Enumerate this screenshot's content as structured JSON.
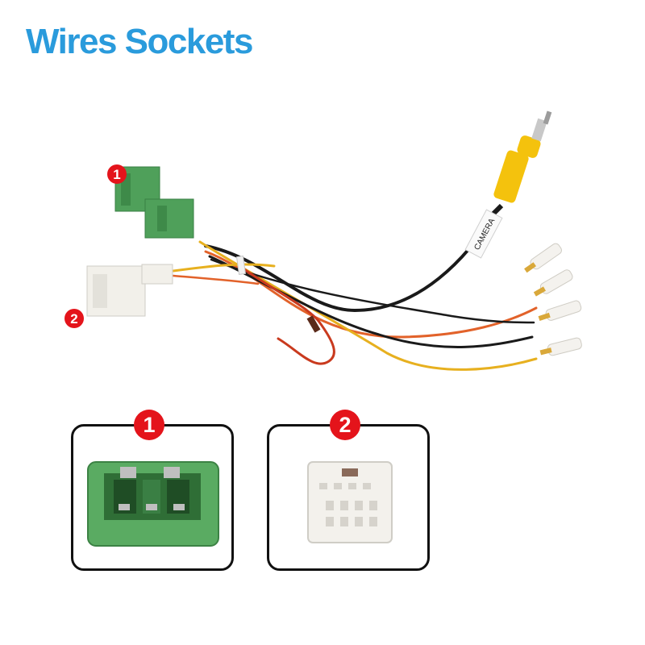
{
  "title": "Wires Sockets",
  "cable_label": "CAMERA",
  "markers": {
    "connector_1": "1",
    "connector_2": "2"
  },
  "colors": {
    "title": "#2a9bdc",
    "marker": "#e4141b",
    "connector_1": "#4fa05a",
    "connector_2": "#f2f0ea",
    "rca_plug": "#f4c20d",
    "wire_black": "#1a1a1a",
    "wire_orange": "#e2622a",
    "wire_yellow": "#e7b01f",
    "wire_red": "#c93a1e"
  }
}
